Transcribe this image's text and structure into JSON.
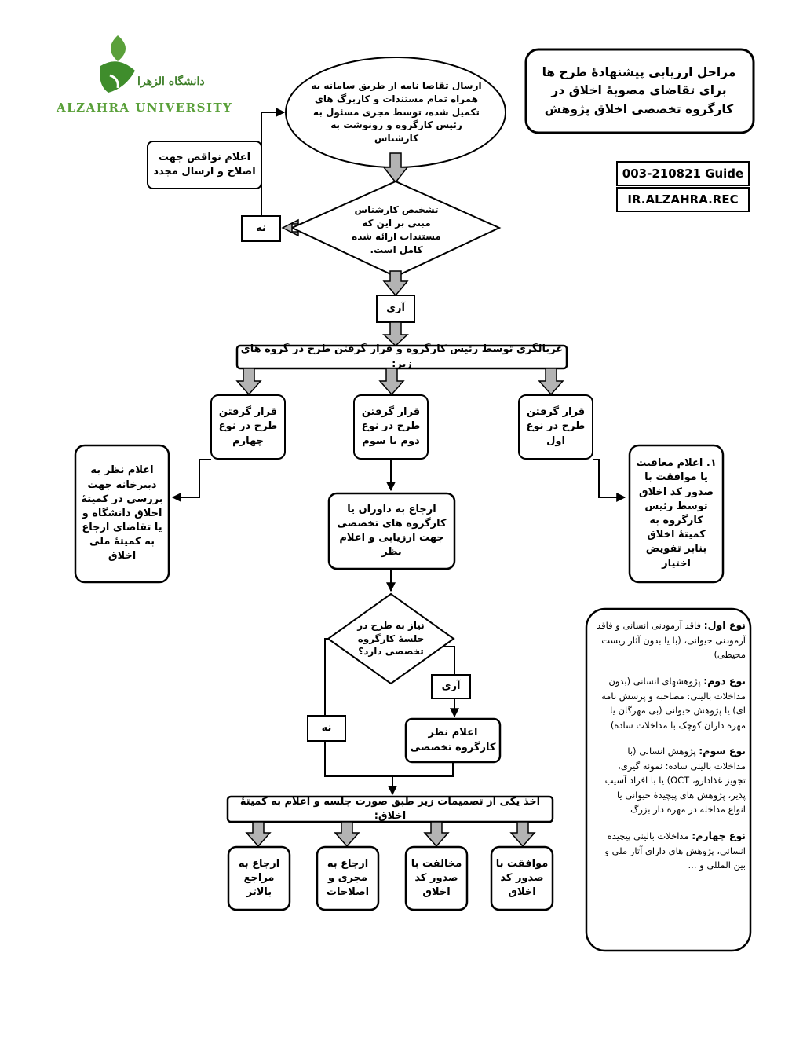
{
  "logo": {
    "english": "ALZAHRA UNIVERSITY",
    "persian": "دانشگاه الزهرا"
  },
  "title": {
    "line1": "مراحل ارزیابی پیشنهادۀ طرح ها",
    "line2": "برای تقاضای مصوبۀ اخلاق در",
    "line3": "کارگروه تخصصی اخلاق پژوهش"
  },
  "codes": {
    "guide": "003-210821 Guide",
    "rec": "IR.ALZAHRA.REC"
  },
  "steps": {
    "submit": "ارسال تقاضا نامه از طریق سامانه به همراه تمام مستندات و کاربرگ های تکمیل شده، توسط مجری مسئول به رئیس کارگروه و رونوشت به کارشناس",
    "deficiency": "اعلام نواقص جهت اصلاح و ارسال مجدد",
    "no_top": "نه",
    "check": "تشخیص کارشناس مبنی بر این که مستندات ارائه شده کامل است.",
    "yes_top": "آری",
    "screening": "غربالگری توسط رئیس کارگروه و قرار گرفتن طرح در گروه های زیر:",
    "type1": "قرار گرفتن طرح در نوع اول",
    "type23": "قرار گرفتن طرح در نوع دوم یا سوم",
    "type4": "قرار گرفتن طرح در نوع چهارم",
    "exemption": "۱. اعلام معافیت یا موافقت با صدور کد اخلاق توسط رئیس کارگروه به کمیتۀ اخلاق بنابر تفویض اختیار",
    "secretariat": "اعلام نظر به دبیرخانه جهت بررسی در کمیتۀ اخلاق دانشگاه و یا تقاضای ارجاع به کمیتۀ ملی اخلاق",
    "referees": "ارجاع به داوران یا کارگروه های تخصصی جهت ارزیابی و اعلام نظر",
    "meeting": "نیاز به طرح در جلسۀ کارگروه تخصصی دارد؟",
    "yes_mid": "آری",
    "no_mid": "نه",
    "group_opinion": "اعلام نظر کارگروه تخصصی",
    "decision": "اخذ یکی از تصمیمات زیر طبق صورت جلسه و اعلام به کمیتۀ اخلاق:",
    "approve": "موافقت با صدور کد اخلاق",
    "oppose": "مخالفت با صدور کد اخلاق",
    "revise": "ارجاع به مجری و اصلاحات",
    "higher": "ارجاع به مراجع بالاتر"
  },
  "types": [
    {
      "title": "نوع اول:",
      "text": "فاقد آزمودنی انسانی و فاقد آزمودنی حیوانی، (با یا بدون آثار زیست محیطی)"
    },
    {
      "title": "نوع دوم:",
      "text": "پژوهشهای انسانی (بدون مداخلات بالینی: مصاحبه و پرسش نامه ای) یا پژوهش حیوانی (بی مهرگان یا مهره داران کوچک با مداخلات ساده)"
    },
    {
      "title": "نوع سوم:",
      "text": "پژوهش انسانی (با مداخلات بالینی ساده: نمونه گیری، تجویز غذادارو، OCT) یا با افراد آسیب پذیر، پژوهش های پیچیدۀ حیوانی یا انواع مداخله در مهره دار بزرگ"
    },
    {
      "title": "نوع چهارم:",
      "text": "مداخلات بالینی پیچیده انسانی، پژوهش های دارای آثار ملی و بین المللی و ..."
    }
  ],
  "colors": {
    "arrow_fill": "#b3b3b3",
    "stroke": "#000000",
    "logo_green": "#5aa03a"
  }
}
